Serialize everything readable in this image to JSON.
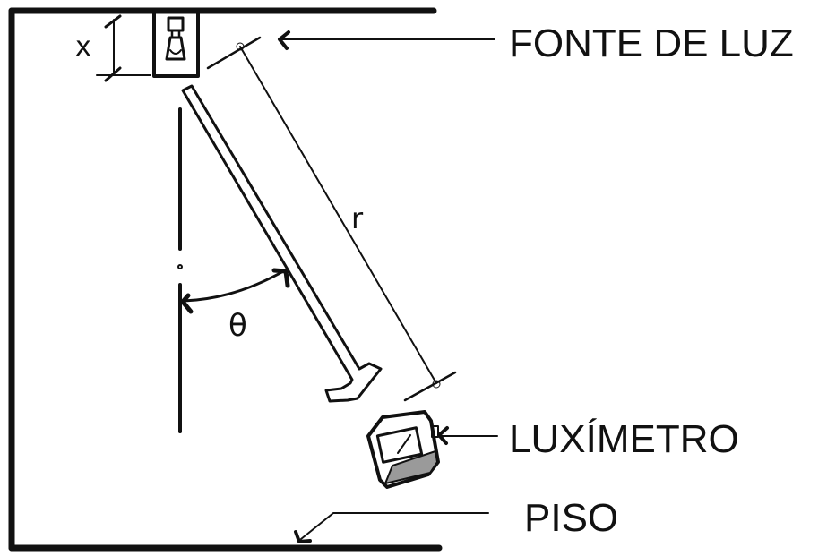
{
  "labels": {
    "light_source": "FONTE DE LUZ",
    "lux_meter": "LUXÍMETRO",
    "floor": "PISO",
    "distance_r": "r",
    "distance_x": "x",
    "angle_theta": "θ"
  },
  "colors": {
    "ink": "#111111",
    "background": "#ffffff",
    "meter_shade": "#9a9a9a"
  },
  "icons": {
    "lamp": "lamp-icon",
    "meter": "lux-meter-icon"
  }
}
